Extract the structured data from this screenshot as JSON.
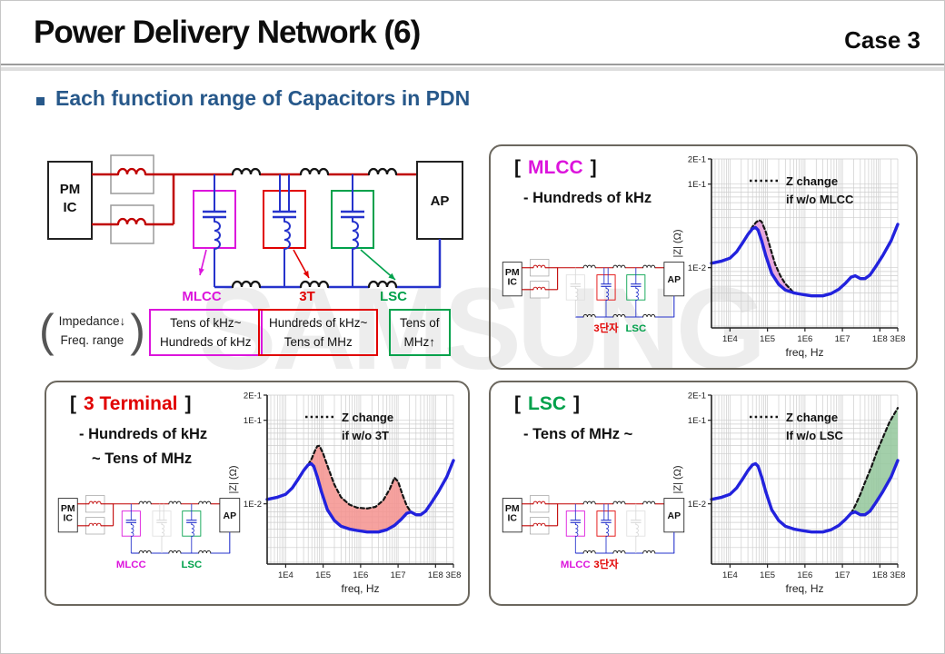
{
  "slide": {
    "title": "Power Delivery Network (6)",
    "case_label": "Case 3",
    "heading": "Each function range of Capacitors in PDN",
    "watermark": "SAMSUNG",
    "bracket_open": "[",
    "bracket_close": "]"
  },
  "circuit_common": {
    "pmic_line1": "PM",
    "pmic_line2": "IC",
    "ap_label": "AP"
  },
  "main_diagram": {
    "gray_branch": -1,
    "branches": [
      {
        "color": "#DC14DC",
        "label": "MLCC"
      },
      {
        "color": "#E10000",
        "label": "3T"
      },
      {
        "color": "#00A14B",
        "label": "LSC"
      }
    ]
  },
  "range_row": {
    "note_line1": "Impedance↓",
    "note_line2": "Freq. range",
    "boxes": [
      {
        "color": "#DC14DC",
        "line1": "Tens of kHz~",
        "line2": "Hundreds of kHz"
      },
      {
        "color": "#E10000",
        "line1": "Hundreds of kHz~",
        "line2": "Tens of MHz"
      },
      {
        "color": "#00A14B",
        "line1": "Tens of",
        "line2": "MHz↑"
      }
    ]
  },
  "panels": [
    {
      "title": "MLCC",
      "title_color": "#DC14DC",
      "range_lines": [
        "- Hundreds of kHz"
      ],
      "circuit": {
        "gray_branch": 0,
        "branches": [
          {
            "color": "#DC14DC"
          },
          {
            "color": "#E10000",
            "label": "3단자"
          },
          {
            "color": "#00A14B",
            "label": "LSC"
          }
        ]
      }
    },
    {
      "title": "3 Terminal",
      "title_color": "#E10000",
      "range_lines": [
        "-  Hundreds of kHz",
        "~ Tens of MHz"
      ],
      "circuit": {
        "gray_branch": 1,
        "branches": [
          {
            "color": "#DC14DC",
            "label": "MLCC"
          },
          {
            "color": "#E10000"
          },
          {
            "color": "#00A14B",
            "label": "LSC"
          }
        ]
      }
    },
    {
      "title": "LSC",
      "title_color": "#00A14B",
      "range_lines": [
        "- Tens of MHz ~"
      ],
      "circuit": {
        "gray_branch": 2,
        "branches": [
          {
            "color": "#DC14DC",
            "label": "MLCC"
          },
          {
            "color": "#E10000",
            "label": "3단자"
          },
          {
            "color": "#00A14B"
          }
        ]
      }
    }
  ],
  "chart_data": [
    {
      "panel": "MLCC",
      "type": "line",
      "xscale": "log",
      "yscale": "log",
      "xlabel": "freq, Hz",
      "ylabel": "|Z| (Ω)",
      "xlim": [
        3200.0,
        300000000.0
      ],
      "ylim": [
        0.0019,
        0.2
      ],
      "x_ticks": [
        [
          10000.0,
          "1E4"
        ],
        [
          100000.0,
          "1E5"
        ],
        [
          1000000.0,
          "1E6"
        ],
        [
          10000000.0,
          "1E7"
        ],
        [
          100000000.0,
          "1E8"
        ],
        [
          300000000.0,
          "3E8"
        ]
      ],
      "y_ticks": [
        [
          0.2,
          "2E-1"
        ],
        [
          0.1,
          "1E-1"
        ],
        [
          0.01,
          "1E-2"
        ]
      ],
      "legend": [
        "Z change",
        "if w/o MLCC"
      ],
      "fill_color": "#E59AD7",
      "series": [
        {
          "name": "Z with all capacitors",
          "style": "solid",
          "color": "#2222DD",
          "points": [
            [
              3200.0,
              0.0113
            ],
            [
              6000.0,
              0.012
            ],
            [
              10000.0,
              0.013
            ],
            [
              15000.0,
              0.0155
            ],
            [
              22000.0,
              0.02
            ],
            [
              30000.0,
              0.025
            ],
            [
              40000.0,
              0.0293
            ],
            [
              48000.0,
              0.0302
            ],
            [
              56000.0,
              0.0282
            ],
            [
              70000.0,
              0.021
            ],
            [
              90000.0,
              0.014
            ],
            [
              130000.0,
              0.0085
            ],
            [
              200000.0,
              0.0063
            ],
            [
              300000.0,
              0.0054
            ],
            [
              500000.0,
              0.005
            ],
            [
              800000.0,
              0.0048
            ],
            [
              1500000.0,
              0.0046
            ],
            [
              3000000.0,
              0.0046
            ],
            [
              5000000.0,
              0.0049
            ],
            [
              8000000.0,
              0.0055
            ],
            [
              12000000.0,
              0.0065
            ],
            [
              17000000.0,
              0.0077
            ],
            [
              22000000.0,
              0.008
            ],
            [
              30000000.0,
              0.0074
            ],
            [
              40000000.0,
              0.0074
            ],
            [
              55000000.0,
              0.0082
            ],
            [
              80000000.0,
              0.0105
            ],
            [
              120000000.0,
              0.014
            ],
            [
              200000000.0,
              0.021
            ],
            [
              300000000.0,
              0.033
            ]
          ]
        },
        {
          "name": "Z without MLCC",
          "style": "dashed",
          "color": "#151515",
          "points": [
            [
              30000.0,
              0.025
            ],
            [
              40000.0,
              0.031
            ],
            [
              50000.0,
              0.035
            ],
            [
              60000.0,
              0.037
            ],
            [
              70000.0,
              0.0355
            ],
            [
              90000.0,
              0.027
            ],
            [
              120000.0,
              0.017
            ],
            [
              160000.0,
              0.011
            ],
            [
              220000.0,
              0.008
            ],
            [
              300000.0,
              0.0064
            ],
            [
              400000.0,
              0.0056
            ],
            [
              500000.0,
              0.005
            ]
          ]
        }
      ]
    },
    {
      "panel": "3 Terminal",
      "type": "line",
      "xscale": "log",
      "yscale": "log",
      "xlabel": "freq, Hz",
      "ylabel": "|Z| (Ω)",
      "xlim": [
        3200.0,
        300000000.0
      ],
      "ylim": [
        0.0019,
        0.2
      ],
      "x_ticks": [
        [
          10000.0,
          "1E4"
        ],
        [
          100000.0,
          "1E5"
        ],
        [
          1000000.0,
          "1E6"
        ],
        [
          10000000.0,
          "1E7"
        ],
        [
          100000000.0,
          "1E8"
        ],
        [
          300000000.0,
          "3E8"
        ]
      ],
      "y_ticks": [
        [
          0.2,
          "2E-1"
        ],
        [
          0.1,
          "1E-1"
        ],
        [
          0.01,
          "1E-2"
        ]
      ],
      "legend": [
        "Z change",
        "if w/o 3T"
      ],
      "fill_color": "#F5928E",
      "series": [
        {
          "name": "Z with all capacitors",
          "style": "solid",
          "color": "#2222DD",
          "points": [
            [
              3200.0,
              0.0113
            ],
            [
              6000.0,
              0.012
            ],
            [
              10000.0,
              0.013
            ],
            [
              15000.0,
              0.0155
            ],
            [
              22000.0,
              0.02
            ],
            [
              30000.0,
              0.025
            ],
            [
              40000.0,
              0.0293
            ],
            [
              48000.0,
              0.0302
            ],
            [
              56000.0,
              0.0282
            ],
            [
              70000.0,
              0.021
            ],
            [
              90000.0,
              0.014
            ],
            [
              130000.0,
              0.0085
            ],
            [
              200000.0,
              0.0063
            ],
            [
              300000.0,
              0.0054
            ],
            [
              500000.0,
              0.005
            ],
            [
              800000.0,
              0.0048
            ],
            [
              1500000.0,
              0.0046
            ],
            [
              3000000.0,
              0.0046
            ],
            [
              5000000.0,
              0.0049
            ],
            [
              8000000.0,
              0.0055
            ],
            [
              12000000.0,
              0.0065
            ],
            [
              17000000.0,
              0.0077
            ],
            [
              22000000.0,
              0.008
            ],
            [
              30000000.0,
              0.0074
            ],
            [
              40000000.0,
              0.0074
            ],
            [
              55000000.0,
              0.0082
            ],
            [
              80000000.0,
              0.0105
            ],
            [
              120000000.0,
              0.014
            ],
            [
              200000000.0,
              0.021
            ],
            [
              300000000.0,
              0.033
            ]
          ]
        },
        {
          "name": "Z without 3T",
          "style": "dashed",
          "color": "#151515",
          "points": [
            [
              40000.0,
              0.0293
            ],
            [
              50000.0,
              0.035
            ],
            [
              60000.0,
              0.043
            ],
            [
              70000.0,
              0.049
            ],
            [
              80000.0,
              0.0495
            ],
            [
              100000.0,
              0.04
            ],
            [
              140000.0,
              0.026
            ],
            [
              200000.0,
              0.017
            ],
            [
              300000.0,
              0.012
            ],
            [
              500000.0,
              0.0098
            ],
            [
              800000.0,
              0.009
            ],
            [
              1500000.0,
              0.0088
            ],
            [
              2500000.0,
              0.0092
            ],
            [
              4000000.0,
              0.011
            ],
            [
              6000000.0,
              0.015
            ],
            [
              8000000.0,
              0.0205
            ],
            [
              10000000.0,
              0.0185
            ],
            [
              13000000.0,
              0.013
            ],
            [
              17000000.0,
              0.0095
            ],
            [
              22000000.0,
              0.008
            ]
          ]
        }
      ]
    },
    {
      "panel": "LSC",
      "type": "line",
      "xscale": "log",
      "yscale": "log",
      "xlabel": "freq, Hz",
      "ylabel": "|Z| (Ω)",
      "xlim": [
        3200.0,
        300000000.0
      ],
      "ylim": [
        0.0019,
        0.2
      ],
      "x_ticks": [
        [
          10000.0,
          "1E4"
        ],
        [
          100000.0,
          "1E5"
        ],
        [
          1000000.0,
          "1E6"
        ],
        [
          10000000.0,
          "1E7"
        ],
        [
          100000000.0,
          "1E8"
        ],
        [
          300000000.0,
          "3E8"
        ]
      ],
      "y_ticks": [
        [
          0.2,
          "2E-1"
        ],
        [
          0.1,
          "1E-1"
        ],
        [
          0.01,
          "1E-2"
        ]
      ],
      "legend": [
        "Z change",
        "If w/o LSC"
      ],
      "fill_color": "#93C79B",
      "series": [
        {
          "name": "Z with all capacitors",
          "style": "solid",
          "color": "#2222DD",
          "points": [
            [
              3200.0,
              0.0113
            ],
            [
              6000.0,
              0.012
            ],
            [
              10000.0,
              0.013
            ],
            [
              15000.0,
              0.0155
            ],
            [
              22000.0,
              0.02
            ],
            [
              30000.0,
              0.025
            ],
            [
              40000.0,
              0.0293
            ],
            [
              48000.0,
              0.0302
            ],
            [
              56000.0,
              0.0282
            ],
            [
              70000.0,
              0.021
            ],
            [
              90000.0,
              0.014
            ],
            [
              130000.0,
              0.0085
            ],
            [
              200000.0,
              0.0063
            ],
            [
              300000.0,
              0.0054
            ],
            [
              500000.0,
              0.005
            ],
            [
              800000.0,
              0.0048
            ],
            [
              1500000.0,
              0.0046
            ],
            [
              3000000.0,
              0.0046
            ],
            [
              5000000.0,
              0.0049
            ],
            [
              8000000.0,
              0.0055
            ],
            [
              12000000.0,
              0.0065
            ],
            [
              17000000.0,
              0.0077
            ],
            [
              22000000.0,
              0.008
            ],
            [
              30000000.0,
              0.0074
            ],
            [
              40000000.0,
              0.0074
            ],
            [
              55000000.0,
              0.0082
            ],
            [
              80000000.0,
              0.0105
            ],
            [
              120000000.0,
              0.014
            ],
            [
              200000000.0,
              0.021
            ],
            [
              300000000.0,
              0.033
            ]
          ]
        },
        {
          "name": "Z without LSC",
          "style": "dashed",
          "color": "#151515",
          "points": [
            [
              17000000.0,
              0.0077
            ],
            [
              22000000.0,
              0.0095
            ],
            [
              30000000.0,
              0.013
            ],
            [
              40000000.0,
              0.018
            ],
            [
              60000000.0,
              0.028
            ],
            [
              80000000.0,
              0.04
            ],
            [
              120000000.0,
              0.062
            ],
            [
              180000000.0,
              0.095
            ],
            [
              300000000.0,
              0.14
            ]
          ]
        }
      ]
    }
  ]
}
